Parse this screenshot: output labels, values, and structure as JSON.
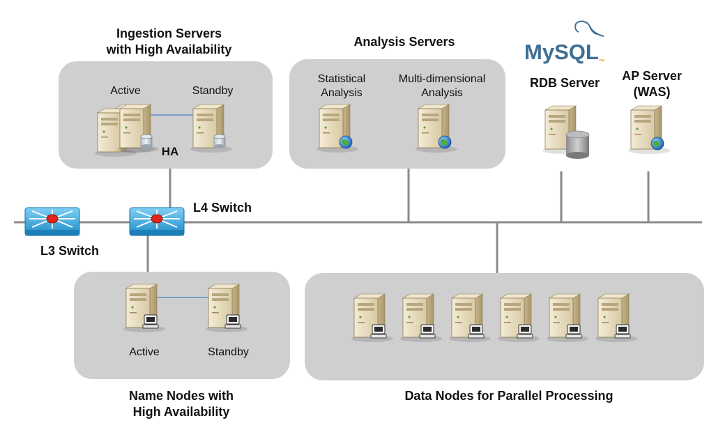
{
  "ingestion": {
    "title_line1": "Ingestion Servers",
    "title_line2": "with High Availability",
    "active_label": "Active",
    "standby_label": "Standby",
    "ha_label": "HA"
  },
  "analysis": {
    "title": "Analysis Servers",
    "statistical_line1": "Statistical",
    "statistical_line2": "Analysis",
    "multidim_line1": "Multi-dimensional",
    "multidim_line2": "Analysis"
  },
  "rdb": {
    "logo_text": "MySQL",
    "logo_tm": "™",
    "label": "RDB Server"
  },
  "ap": {
    "label_line1": "AP Server",
    "label_line2": "(WAS)"
  },
  "switches": {
    "l4_label": "L4 Switch",
    "l3_label": "L3 Switch"
  },
  "name_nodes": {
    "active_label": "Active",
    "standby_label": "Standby",
    "title_line1": "Name Nodes with",
    "title_line2": "High Availability"
  },
  "data_nodes": {
    "title": "Data Nodes for Parallel Processing",
    "count": 6
  },
  "colors": {
    "panel": "#cfcfcf",
    "line": "#8a8a8a",
    "switch": "#2fa4de",
    "server": "#e8dcc0",
    "mysql_blue": "#3e6e93",
    "mysql_orange": "#e48e00"
  }
}
